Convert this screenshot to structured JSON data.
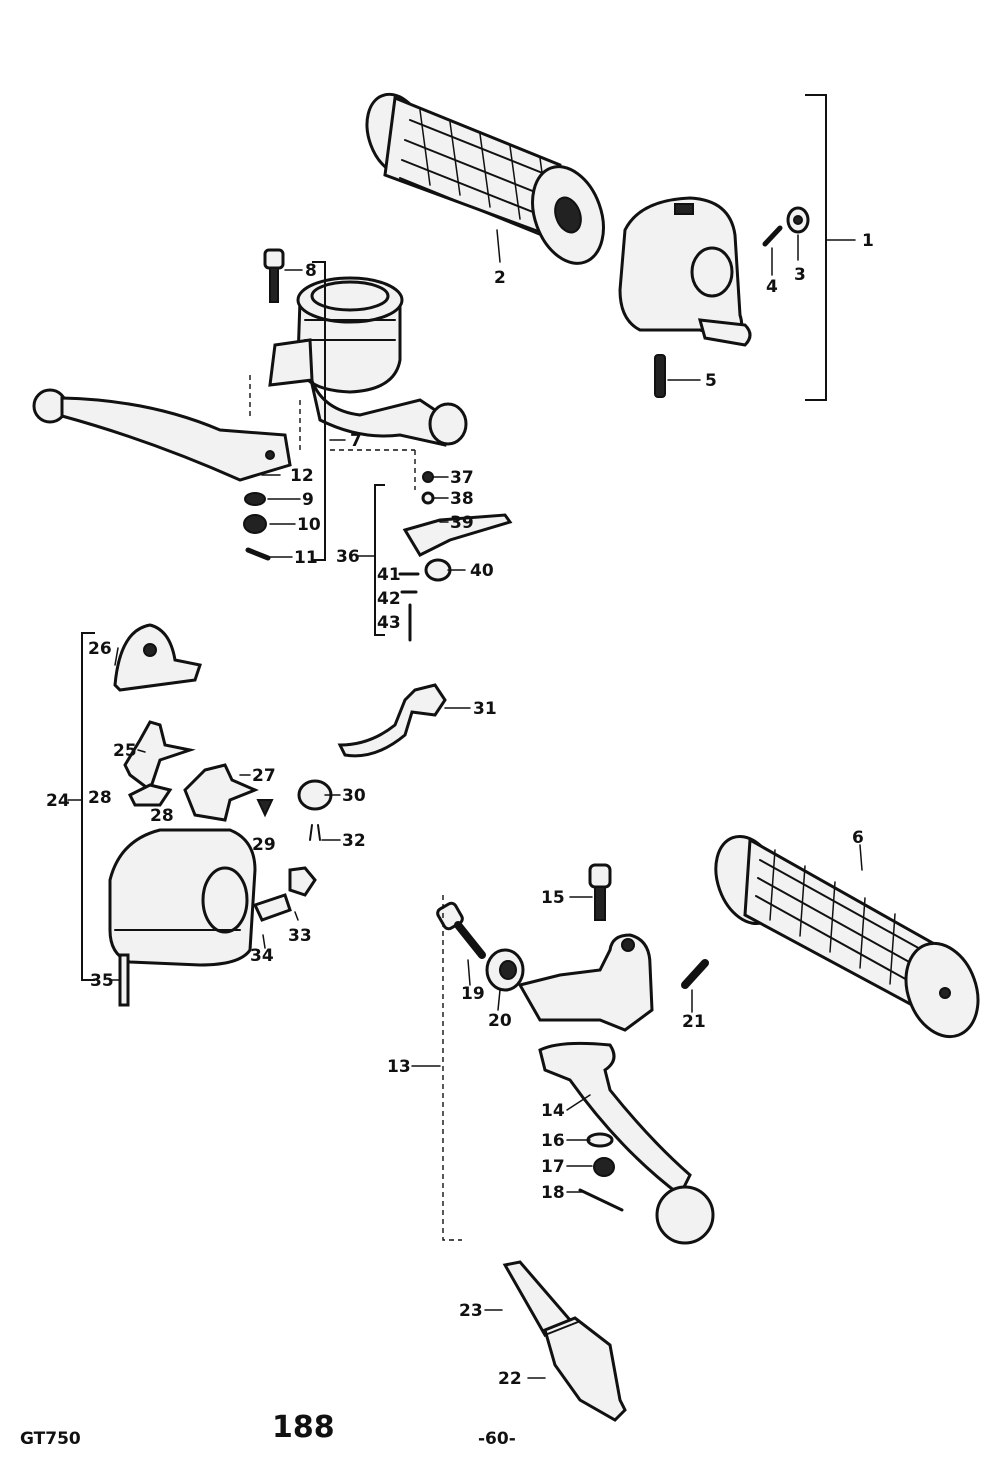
{
  "labels": {
    "p1": "1",
    "p2": "2",
    "p3": "3",
    "p4": "4",
    "p5": "5",
    "p6": "6",
    "p7": "7",
    "p8": "8",
    "p9": "9",
    "p10": "10",
    "p11": "11",
    "p12": "12",
    "p13": "13",
    "p14": "14",
    "p15": "15",
    "p16": "16",
    "p17": "17",
    "p18": "18",
    "p19": "19",
    "p20": "20",
    "p21": "21",
    "p22": "22",
    "p23": "23",
    "p24": "24",
    "p25": "25",
    "p26": "26",
    "p27": "27",
    "p28a": "28",
    "p28b": "28",
    "p29": "29",
    "p30": "30",
    "p31": "31",
    "p32": "32",
    "p33": "33",
    "p34": "34",
    "p35": "35",
    "p36": "36",
    "p37": "37",
    "p38": "38",
    "p39": "39",
    "p40": "40",
    "p41": "41",
    "p42": "42",
    "p43": "43"
  },
  "footer": {
    "model": "GT750",
    "page_number": "188",
    "sheet": "-60-"
  }
}
